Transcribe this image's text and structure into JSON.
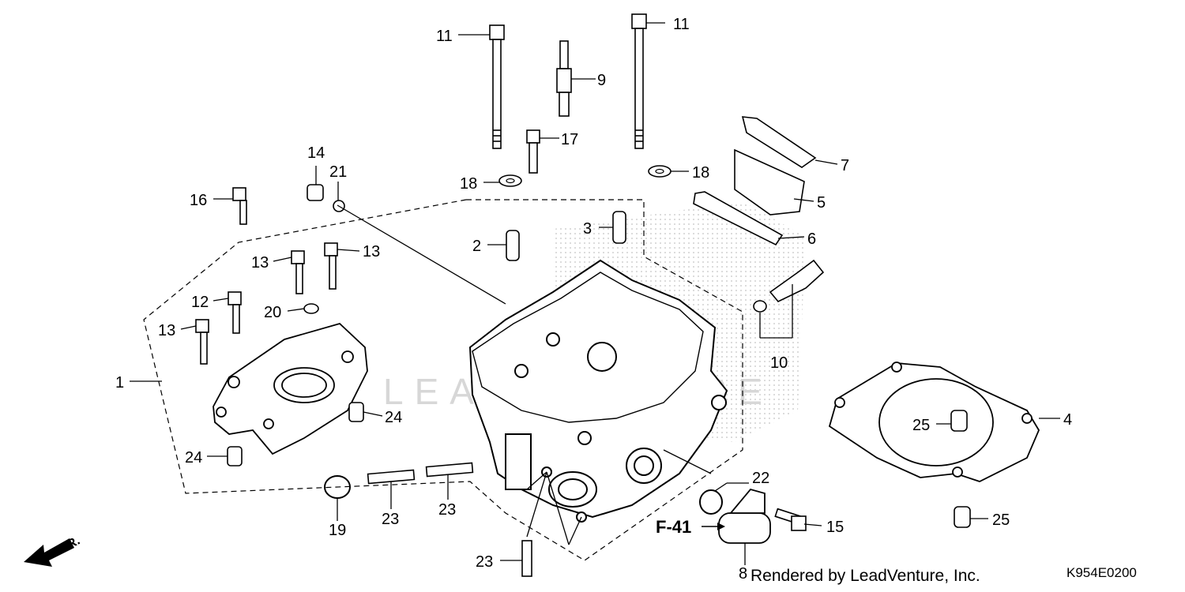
{
  "diagram": {
    "credit": "Rendered by LeadVenture, Inc.",
    "code": "K954E0200",
    "reference": "F-41",
    "front_label": "FR.",
    "watermark": "LEADVENTURE",
    "callouts": [
      {
        "id": "c1",
        "text": "1"
      },
      {
        "id": "c2",
        "text": "2"
      },
      {
        "id": "c3",
        "text": "3"
      },
      {
        "id": "c4",
        "text": "4"
      },
      {
        "id": "c5",
        "text": "5"
      },
      {
        "id": "c6",
        "text": "6"
      },
      {
        "id": "c7",
        "text": "7"
      },
      {
        "id": "c8",
        "text": "8"
      },
      {
        "id": "c9",
        "text": "9"
      },
      {
        "id": "c10",
        "text": "10"
      },
      {
        "id": "c11a",
        "text": "11"
      },
      {
        "id": "c11b",
        "text": "11"
      },
      {
        "id": "c12",
        "text": "12"
      },
      {
        "id": "c13a",
        "text": "13"
      },
      {
        "id": "c13b",
        "text": "13"
      },
      {
        "id": "c13c",
        "text": "13"
      },
      {
        "id": "c14",
        "text": "14"
      },
      {
        "id": "c15",
        "text": "15"
      },
      {
        "id": "c16",
        "text": "16"
      },
      {
        "id": "c17",
        "text": "17"
      },
      {
        "id": "c18a",
        "text": "18"
      },
      {
        "id": "c18b",
        "text": "18"
      },
      {
        "id": "c19",
        "text": "19"
      },
      {
        "id": "c20",
        "text": "20"
      },
      {
        "id": "c21",
        "text": "21"
      },
      {
        "id": "c22",
        "text": "22"
      },
      {
        "id": "c23a",
        "text": "23"
      },
      {
        "id": "c23b",
        "text": "23"
      },
      {
        "id": "c23c",
        "text": "23"
      },
      {
        "id": "c24a",
        "text": "24"
      },
      {
        "id": "c24b",
        "text": "24"
      },
      {
        "id": "c25a",
        "text": "25"
      },
      {
        "id": "c25b",
        "text": "25"
      }
    ]
  }
}
